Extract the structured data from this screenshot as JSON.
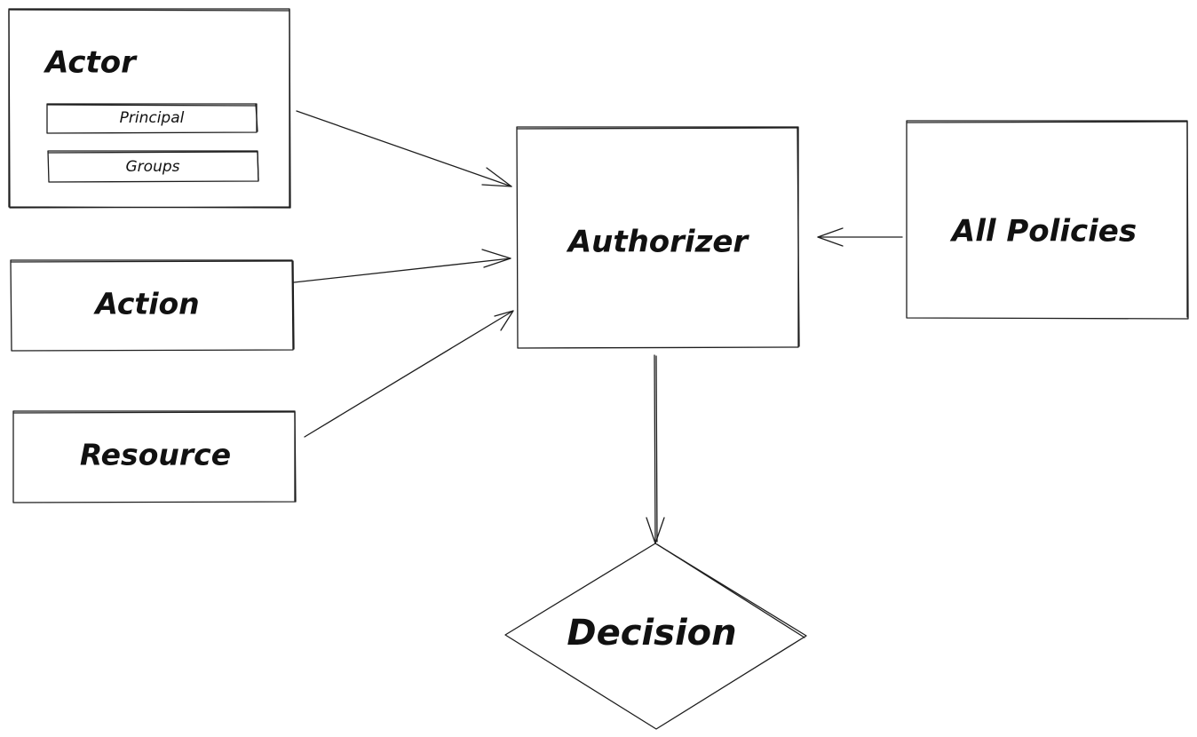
{
  "nodes": {
    "actor": {
      "title": "Actor",
      "fields": [
        "Principal",
        "Groups"
      ]
    },
    "action": {
      "label": "Action"
    },
    "resource": {
      "label": "Resource"
    },
    "authorizer": {
      "label": "Authorizer"
    },
    "all_policies": {
      "label": "All Policies"
    },
    "decision": {
      "label": "Decision"
    }
  },
  "edges": [
    {
      "from": "Actor",
      "to": "Authorizer"
    },
    {
      "from": "Action",
      "to": "Authorizer"
    },
    {
      "from": "Resource",
      "to": "Authorizer"
    },
    {
      "from": "All Policies",
      "to": "Authorizer"
    },
    {
      "from": "Authorizer",
      "to": "Decision"
    }
  ]
}
